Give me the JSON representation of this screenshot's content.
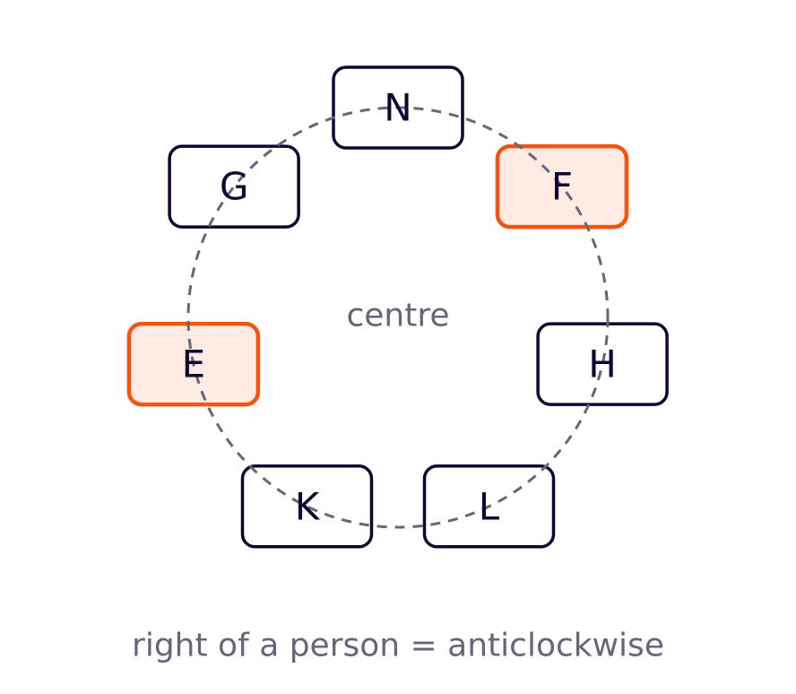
{
  "diagram": {
    "centre_label": "centre",
    "caption": "right of a person = anticlockwise",
    "colors": {
      "outline": "#0b0834",
      "highlight_stroke": "#f7530d",
      "highlight_fill": "#ffebe3",
      "ring": "#66657a"
    },
    "seats": [
      {
        "label": "N",
        "highlighted": false
      },
      {
        "label": "F",
        "highlighted": true
      },
      {
        "label": "H",
        "highlighted": false
      },
      {
        "label": "L",
        "highlighted": false
      },
      {
        "label": "K",
        "highlighted": false
      },
      {
        "label": "E",
        "highlighted": true
      },
      {
        "label": "G",
        "highlighted": false
      }
    ]
  }
}
